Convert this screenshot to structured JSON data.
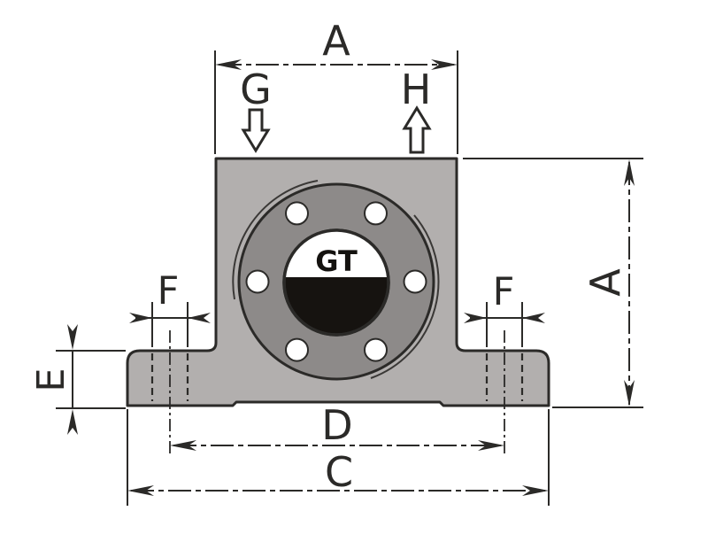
{
  "drawing": {
    "labels": {
      "dim_a_top": "A",
      "dim_a_right": "A",
      "inlet_g": "G",
      "exhaust_h": "H",
      "dim_f_left": "F",
      "dim_f_right": "F",
      "dim_e": "E",
      "dim_d": "D",
      "dim_c": "C",
      "hub_logo": "GT"
    },
    "colors": {
      "body": "#b2afae",
      "flange_circle": "#8d8a89",
      "hub_black": "#161310",
      "hole_white": "#ffffff",
      "line": "#2b2a28",
      "background": "#ffffff"
    }
  }
}
